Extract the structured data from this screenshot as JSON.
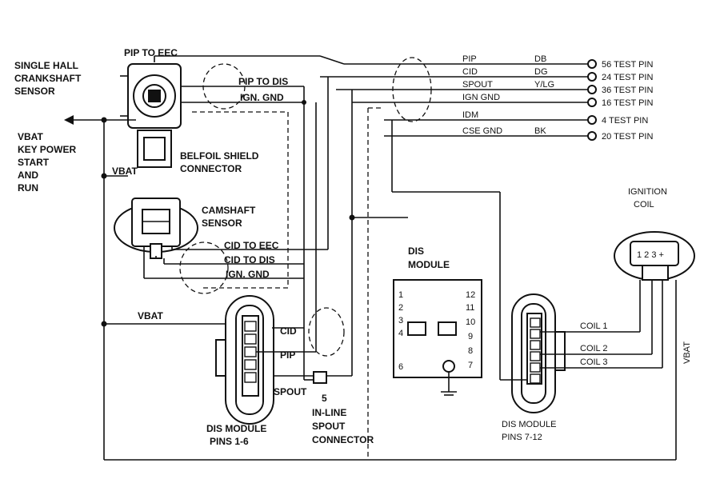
{
  "labels": {
    "pip_to_eec": "PIP TO EEC",
    "crank_line1": "SINGLE HALL",
    "crank_line2": "CRANKSHAFT",
    "crank_line3": "SENSOR",
    "pip_to_dis": "PIP TO DIS",
    "ign_gnd_top": "IGN. GND",
    "vbat_left1": "VBAT",
    "vbat_left2": "KEY POWER",
    "vbat_left3": "START",
    "vbat_left4": "AND",
    "vbat_left5": "RUN",
    "belfoil1": "BELFOIL SHIELD",
    "belfoil2": "CONNECTOR",
    "vbat_mid": "VBAT",
    "cam1": "CAMSHAFT",
    "cam2": "SENSOR",
    "cid_to_eec": "CID TO EEC",
    "cid_to_dis": "CID TO DIS",
    "ign_gnd_mid": "IGN. GND",
    "vbat_low": "VBAT",
    "cid": "CID",
    "pip": "PIP",
    "spout": "SPOUT",
    "five": "5",
    "inline1": "IN-LINE",
    "inline2": "SPOUT",
    "inline3": "CONNECTOR",
    "dis16_1": "DIS MODULE",
    "dis16_2": "PINS 1-6",
    "dis_module1": "DIS",
    "dis_module2": "MODULE",
    "dis712_1": "DIS MODULE",
    "dis712_2": "PINS 7-12",
    "ign_coil1": "IGNITION",
    "ign_coil2": "COIL",
    "coil1": "COIL 1",
    "coil2": "COIL 2",
    "coil3": "COIL 3",
    "vbat_right": "VBAT",
    "coil_pins": "1 2 3 +"
  },
  "test_pins": [
    {
      "signal": "PIP",
      "color": "DB",
      "pin": "56 TEST PIN"
    },
    {
      "signal": "CID",
      "color": "DG",
      "pin": "24 TEST PIN"
    },
    {
      "signal": "SPOUT",
      "color": "Y/LG",
      "pin": "36 TEST PIN"
    },
    {
      "signal": "IGN GND",
      "color": "",
      "pin": "16 TEST PIN"
    },
    {
      "signal": "IDM",
      "color": "",
      "pin": "4 TEST PIN"
    },
    {
      "signal": "CSE GND",
      "color": "BK",
      "pin": "20 TEST PIN"
    }
  ],
  "module_pins": {
    "left": [
      "1",
      "2",
      "3",
      "4",
      "6"
    ],
    "right": [
      "12",
      "11",
      "10",
      "9",
      "8",
      "7"
    ]
  }
}
